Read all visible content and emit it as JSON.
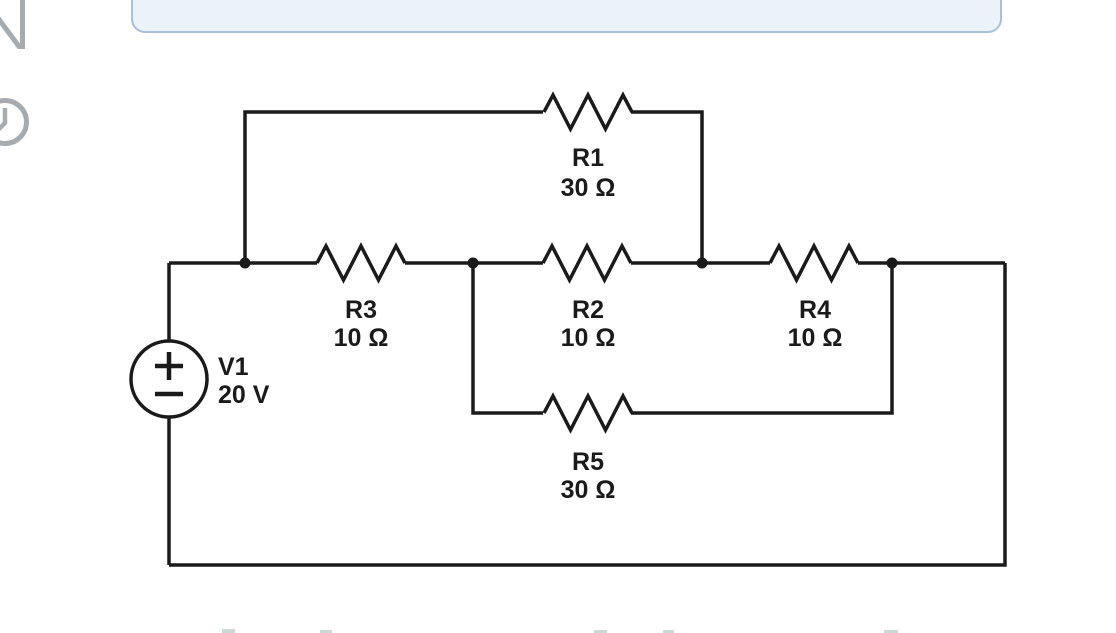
{
  "card": {
    "description": "partially-visible content card cut off at top of viewport",
    "fill_color": "#ecf2fa",
    "border_color": "#a9c0d8"
  },
  "sidebar": {
    "icons": [
      {
        "name": "bolt-icon",
        "color": "#a6abb0"
      },
      {
        "name": "clock-icon",
        "color": "#a6abb0"
      }
    ]
  },
  "circuit": {
    "wire_color": "#1a1a1a",
    "source": {
      "label": "V1",
      "value": "20 V",
      "plus_sign": "+",
      "minus_sign": "−"
    },
    "resistors": [
      {
        "id": "r1",
        "label": "R1",
        "value": "30 Ω"
      },
      {
        "id": "r2",
        "label": "R2",
        "value": "10 Ω"
      },
      {
        "id": "r3",
        "label": "R3",
        "value": "10 Ω"
      },
      {
        "id": "r4",
        "label": "R4",
        "value": "10 Ω"
      },
      {
        "id": "r5",
        "label": "R5",
        "value": "30 Ω"
      }
    ]
  }
}
